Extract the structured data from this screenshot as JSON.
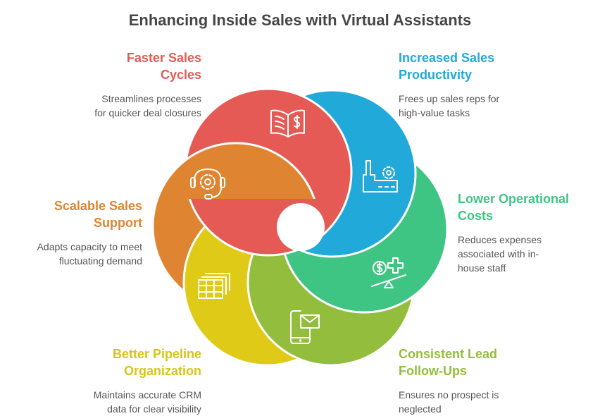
{
  "title": "Enhancing Inside Sales with Virtual Assistants",
  "colors": {
    "red": "#e55a55",
    "blue": "#20a9d9",
    "green": "#3ec483",
    "olive": "#93bd3c",
    "yellow": "#dfcb17",
    "orange": "#df8430"
  },
  "items": [
    {
      "title_lines": [
        "Faster Sales",
        "Cycles"
      ],
      "desc_lines": [
        "Streamlines processes",
        "for quicker deal closures"
      ],
      "icon": "book-dollar-icon"
    },
    {
      "title_lines": [
        "Increased Sales",
        "Productivity"
      ],
      "desc_lines": [
        "Frees up sales reps for",
        "high-value tasks"
      ],
      "icon": "factory-gear-icon"
    },
    {
      "title_lines": [
        "Lower Operational",
        "Costs"
      ],
      "desc_lines": [
        "Reduces expenses",
        "associated with in-",
        "house staff"
      ],
      "icon": "balance-dollar-plus-icon"
    },
    {
      "title_lines": [
        "Consistent Lead",
        "Follow-Ups"
      ],
      "desc_lines": [
        "Ensures no prospect is",
        "neglected"
      ],
      "icon": "phone-mail-icon"
    },
    {
      "title_lines": [
        "Better Pipeline",
        "Organization"
      ],
      "desc_lines": [
        "Maintains accurate CRM",
        "data for clear visibility"
      ],
      "icon": "spreadsheet-stack-icon"
    },
    {
      "title_lines": [
        "Scalable Sales",
        "Support"
      ],
      "desc_lines": [
        "Adapts capacity to meet",
        "fluctuating demand"
      ],
      "icon": "headset-gear-icon"
    }
  ]
}
